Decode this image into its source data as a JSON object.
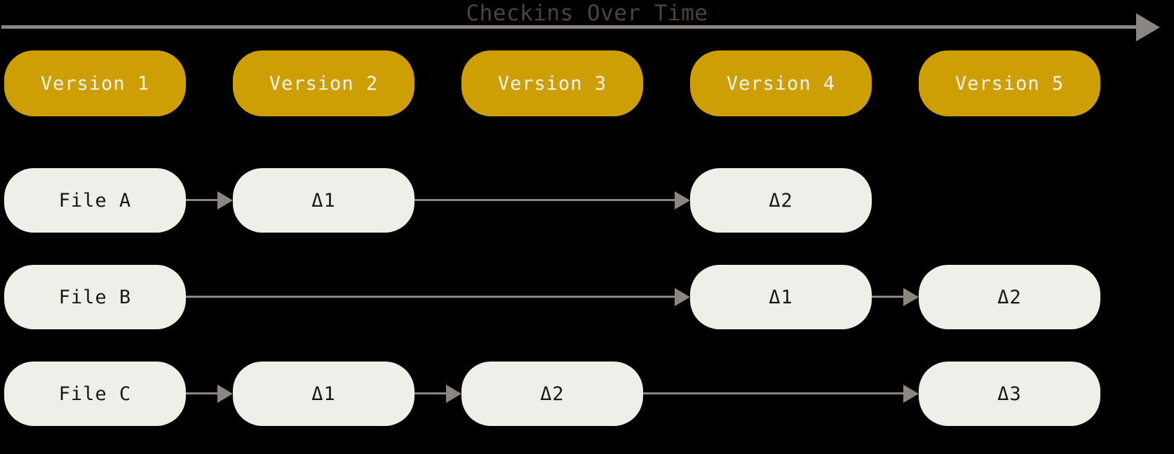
{
  "diagram": {
    "title": "Checkins Over Time",
    "background_color": "#000000",
    "axis": {
      "name": "timeline-arrow",
      "color": "#8b8680",
      "direction": "left-to-right"
    },
    "colors": {
      "version_fill": "#CE9F04",
      "version_text": "#f3f3f0",
      "file_fill": "#EFEFE9",
      "file_text": "#18181a",
      "edge": "#8b8680",
      "title_text": "#4a443e"
    }
  },
  "columns": [
    {
      "label": "Version 1"
    },
    {
      "label": "Version 2"
    },
    {
      "label": "Version 3"
    },
    {
      "label": "Version 4"
    },
    {
      "label": "Version 5"
    }
  ],
  "rows": [
    {
      "name": "file-a",
      "cells": [
        {
          "label": "File A",
          "column": "Version 1"
        },
        {
          "label": "Δ1",
          "column": "Version 2"
        },
        {
          "label": "Δ2",
          "column": "Version 4"
        }
      ]
    },
    {
      "name": "file-b",
      "cells": [
        {
          "label": "File B",
          "column": "Version 1"
        },
        {
          "label": "Δ1",
          "column": "Version 4"
        },
        {
          "label": "Δ2",
          "column": "Version 5"
        }
      ]
    },
    {
      "name": "file-c",
      "cells": [
        {
          "label": "File C",
          "column": "Version 1"
        },
        {
          "label": "Δ1",
          "column": "Version 2"
        },
        {
          "label": "Δ2",
          "column": "Version 3"
        },
        {
          "label": "Δ3",
          "column": "Version 5"
        }
      ]
    }
  ],
  "chart_data": {
    "type": "diagram",
    "title": "Checkins Over Time",
    "xlabel": "",
    "ylabel": "",
    "categories": [
      "Version 1",
      "Version 2",
      "Version 3",
      "Version 4",
      "Version 5"
    ],
    "series": [
      {
        "name": "File A",
        "values": [
          "File A",
          "Δ1",
          "",
          "Δ2",
          ""
        ]
      },
      {
        "name": "File B",
        "values": [
          "File B",
          "",
          "",
          "Δ1",
          "Δ2"
        ]
      },
      {
        "name": "File C",
        "values": [
          "File C",
          "Δ1",
          "Δ2",
          "",
          "Δ3"
        ]
      }
    ],
    "edges": [
      {
        "row": "File A",
        "from": "File A",
        "to": "Δ1"
      },
      {
        "row": "File A",
        "from": "Δ1",
        "to": "Δ2"
      },
      {
        "row": "File B",
        "from": "File B",
        "to": "Δ1"
      },
      {
        "row": "File B",
        "from": "Δ1",
        "to": "Δ2"
      },
      {
        "row": "File C",
        "from": "File C",
        "to": "Δ1"
      },
      {
        "row": "File C",
        "from": "Δ1",
        "to": "Δ2"
      },
      {
        "row": "File C",
        "from": "Δ2",
        "to": "Δ3"
      }
    ]
  }
}
